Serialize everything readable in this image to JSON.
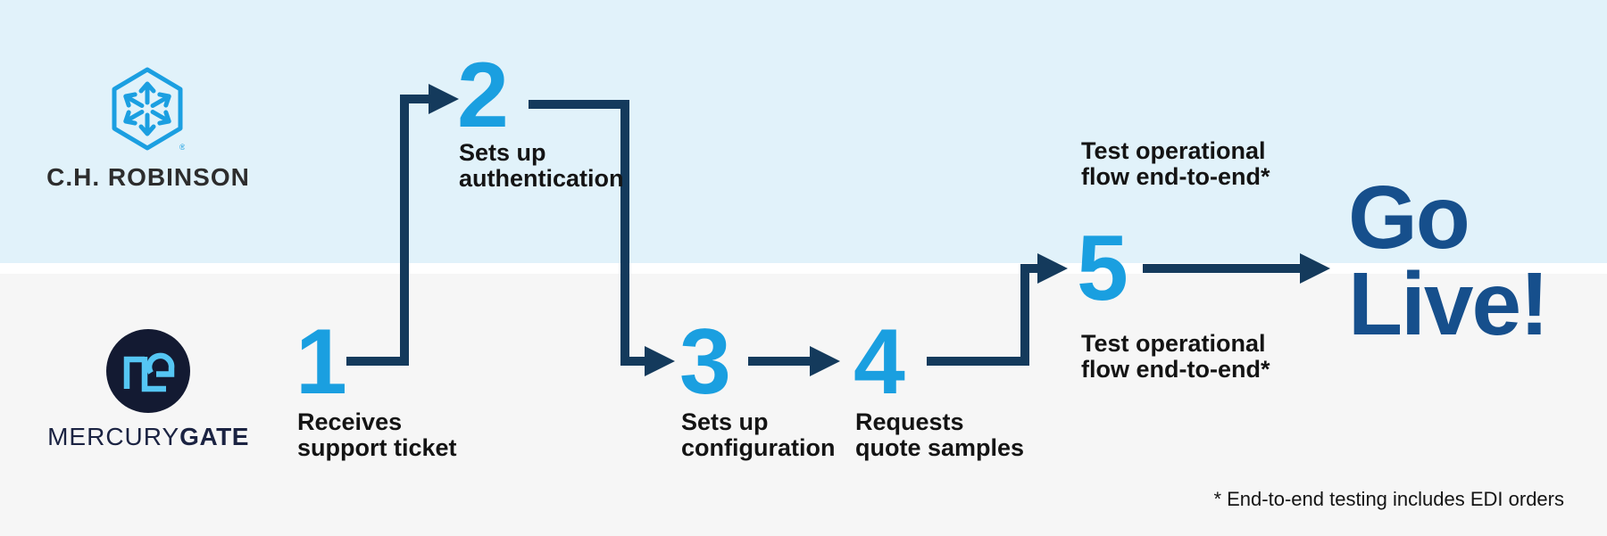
{
  "colors": {
    "lane_top_bg": "#E1F2FA",
    "lane_bottom_bg": "#F6F6F6",
    "divider": "#FFFFFF",
    "step_number": "#1A9FE0",
    "connector": "#143A5C",
    "go_live": "#164F8C",
    "label_text": "#141414",
    "chr_logo_blue": "#1B9FE1",
    "chr_text": "#2D2D2D",
    "mg_circle": "#131A32",
    "mg_monogram": "#55C6F3",
    "mg_text": "#1B2342"
  },
  "lane_top": {
    "company": "C.H. Robinson",
    "wordmark": "C.H. ROBINSON",
    "trademark": "®"
  },
  "lane_bottom": {
    "company": "MercuryGate",
    "monogram": "MG",
    "wordmark_light": "MERCURY",
    "wordmark_bold": "GATE"
  },
  "steps": [
    {
      "number": "1",
      "lane": "bottom",
      "label_line1": "Receives",
      "label_line2": "support ticket"
    },
    {
      "number": "2",
      "lane": "top",
      "label_line1": "Sets up",
      "label_line2": "authentication"
    },
    {
      "number": "3",
      "lane": "bottom",
      "label_line1": "Sets up",
      "label_line2": "configuration"
    },
    {
      "number": "4",
      "lane": "bottom",
      "label_line1": "Requests",
      "label_line2": "quote samples"
    },
    {
      "number": "5",
      "lane": "both",
      "label_top_line1": "Test operational",
      "label_top_line2": "flow end-to-end*",
      "label_bottom_line1": "Test operational",
      "label_bottom_line2": "flow end-to-end*"
    }
  ],
  "finish": {
    "line1": "Go",
    "line2": "Live!"
  },
  "footnote": "* End-to-end testing includes EDI orders"
}
